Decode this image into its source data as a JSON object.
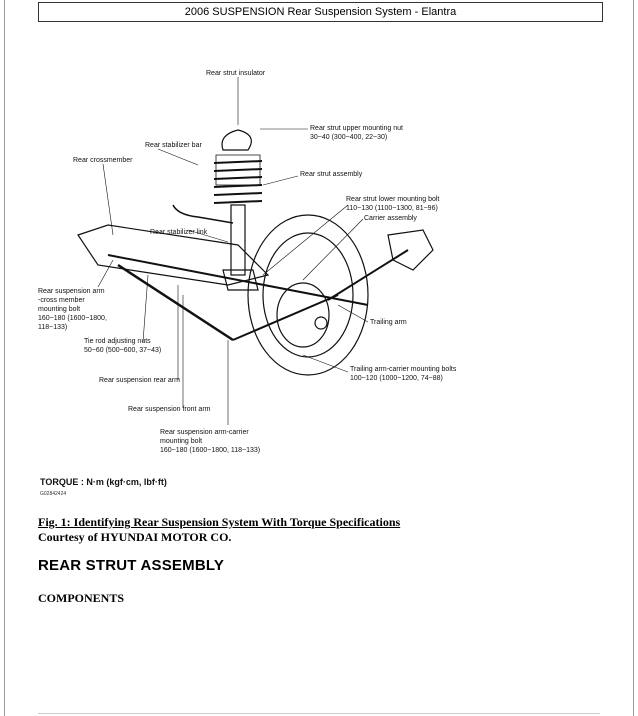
{
  "header": {
    "title": "2006 SUSPENSION Rear Suspension System - Elantra"
  },
  "figure": {
    "labels": {
      "strut_insulator": "Rear strut insulator",
      "upper_nut": "Rear strut upper mounting nut",
      "upper_nut_torque": "30~40 (300~400, 22~30)",
      "stabilizer_bar": "Rear stabilizer bar",
      "crossmember": "Rear crossmember",
      "strut_assembly": "Rear strut assembly",
      "lower_bolt": "Rear strut lower mounting bolt",
      "lower_bolt_torque": "110~130 (1100~1300, 81~96)",
      "carrier_assembly": "Carrier assembly",
      "stabilizer_link": "Rear stabilizer link",
      "arm_cross_bolt_1": "Rear suspension arm",
      "arm_cross_bolt_2": "-cross member",
      "arm_cross_bolt_3": "mounting bolt",
      "arm_cross_bolt_4": "160~180 (1600~1800,",
      "arm_cross_bolt_5": "118~133)",
      "trailing_arm": "Trailing arm",
      "tie_rod": "Tie rod adjusting nuts",
      "tie_rod_torque": "50~60 (500~600, 37~43)",
      "rear_arm": "Rear suspension rear arm",
      "carrier_bolt": "Trailing arm-carrier mounting bolts",
      "carrier_bolt_torque": "100~120 (1000~1200, 74~88)",
      "front_arm": "Rear suspension front arm",
      "arm_carrier_1": "Rear suspension arm-carrier",
      "arm_carrier_2": "mounting bolt",
      "arm_carrier_3": "160~180 (1600~1800, 118~133)",
      "torque_legend": "TORQUE : N·m (kgf·cm, lbf·ft)",
      "figure_code": "G02842424"
    }
  },
  "caption": {
    "title": "Fig. 1: Identifying Rear Suspension System With Torque Specifications",
    "credit": "Courtesy of HYUNDAI MOTOR CO."
  },
  "section": {
    "heading": "REAR STRUT ASSEMBLY"
  },
  "subsection": {
    "heading": "COMPONENTS"
  }
}
